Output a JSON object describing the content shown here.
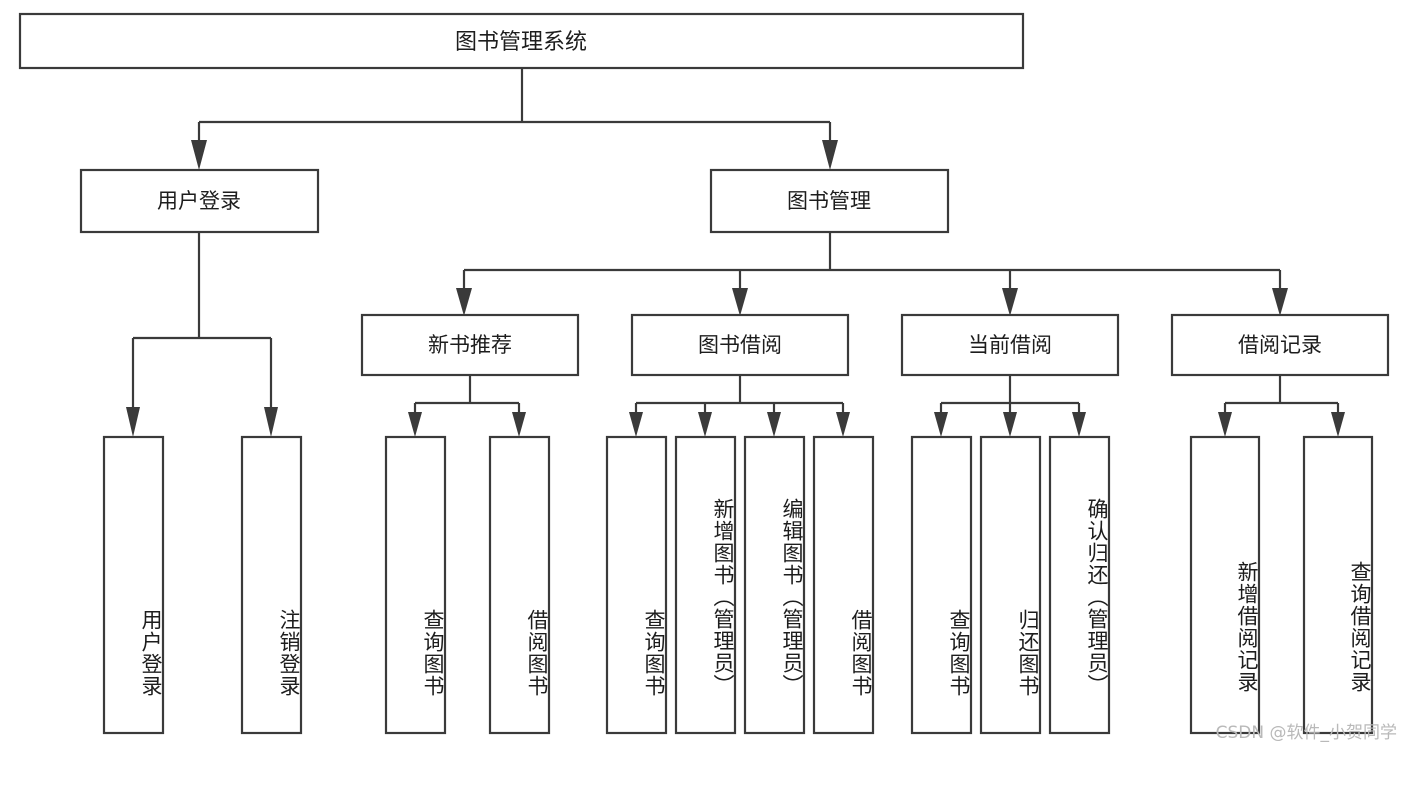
{
  "diagram": {
    "type": "tree-hierarchy",
    "title": "图书管理系统",
    "watermark": "CSDN @软件_小贺同学",
    "colors": {
      "stroke": "#3a3a3a",
      "fill": "#ffffff",
      "text": "#1d1d1d",
      "watermark": "#b9b9b9",
      "background": "#ffffff"
    },
    "root": {
      "label": "图书管理系统"
    },
    "level2": [
      {
        "label": "用户登录"
      },
      {
        "label": "图书管理"
      }
    ],
    "level3": [
      {
        "label": "新书推荐"
      },
      {
        "label": "图书借阅"
      },
      {
        "label": "当前借阅"
      },
      {
        "label": "借阅记录"
      }
    ],
    "leaves": {
      "user_login": [
        {
          "label": "用户登录"
        },
        {
          "label": "注销登录"
        }
      ],
      "new_book_recommend": [
        {
          "label": "查询图书"
        },
        {
          "label": "借阅图书"
        }
      ],
      "book_borrow": [
        {
          "label": "查询图书"
        },
        {
          "label": "新增图书（管理员）"
        },
        {
          "label": "编辑图书（管理员）"
        },
        {
          "label": "借阅图书"
        }
      ],
      "current_borrow": [
        {
          "label": "查询图书"
        },
        {
          "label": "归还图书"
        },
        {
          "label": "确认归还（管理员）"
        }
      ],
      "borrow_record": [
        {
          "label": "新增借阅记录"
        },
        {
          "label": "查询借阅记录"
        }
      ]
    }
  }
}
